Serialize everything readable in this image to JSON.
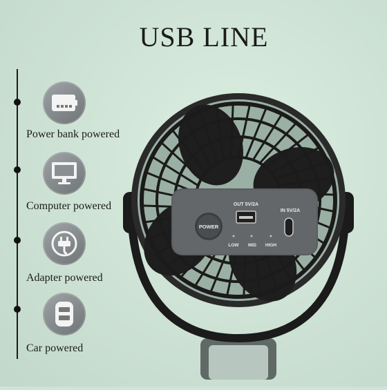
{
  "title": "USB LINE",
  "features": [
    {
      "label": "Power bank powered",
      "icon": "power-bank-icon"
    },
    {
      "label": "Computer powered",
      "icon": "monitor-icon"
    },
    {
      "label": "Adapter powered",
      "icon": "plug-icon"
    },
    {
      "label": "Car powered",
      "icon": "car-usb-icon"
    }
  ],
  "fan_panel": {
    "power_label": "POWER",
    "out_label": "OUT 5V/2A",
    "in_label": "IN 5V/2A",
    "speeds": [
      "LOW",
      "MID",
      "HIGH"
    ]
  },
  "colors": {
    "background": "#cfe3d6",
    "fan_body": "#1d1d1d",
    "panel": "#5a5d5f",
    "icon_circle": "#8a8f91"
  }
}
